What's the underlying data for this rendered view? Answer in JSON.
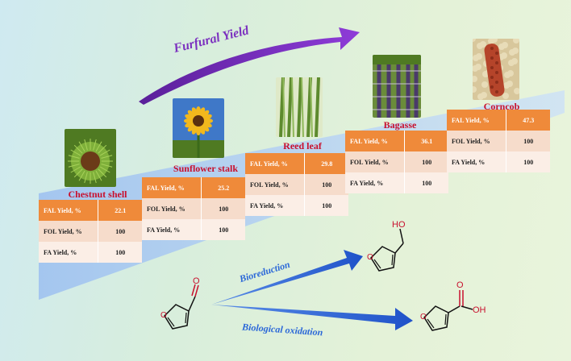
{
  "headline": "Furfural Yield",
  "colors": {
    "fal_header": "#ef8a3a",
    "title_red": "#c8102e",
    "arrow_purple": "#7b2fbf",
    "arrow_blue": "#2a67d8"
  },
  "row_labels": {
    "fal": "FAL Yield, %",
    "fol": "FOL Yield, %",
    "fa": "FA Yield, %"
  },
  "feedstocks": [
    {
      "name": "Chestnut shell",
      "fal": "22.1",
      "fol": "100",
      "fa": "100",
      "icon": "chestnut-icon"
    },
    {
      "name": "Sunflower stalk",
      "fal": "25.2",
      "fol": "100",
      "fa": "100",
      "icon": "sunflower-icon"
    },
    {
      "name": "Reed leaf",
      "fal": "29.8",
      "fol": "100",
      "fa": "100",
      "icon": "reed-icon"
    },
    {
      "name": "Bagasse",
      "fal": "36.1",
      "fol": "100",
      "fa": "100",
      "icon": "sugarcane-icon"
    },
    {
      "name": "Corncob",
      "fal": "47.3",
      "fol": "100",
      "fa": "100",
      "icon": "corncob-icon"
    }
  ],
  "reactions": {
    "bioreduction": "Bioreduction",
    "oxidation": "Biological oxidation",
    "oh_label": "HO",
    "acid_label": "OH",
    "o_ald": "O",
    "o_acid": "O"
  }
}
